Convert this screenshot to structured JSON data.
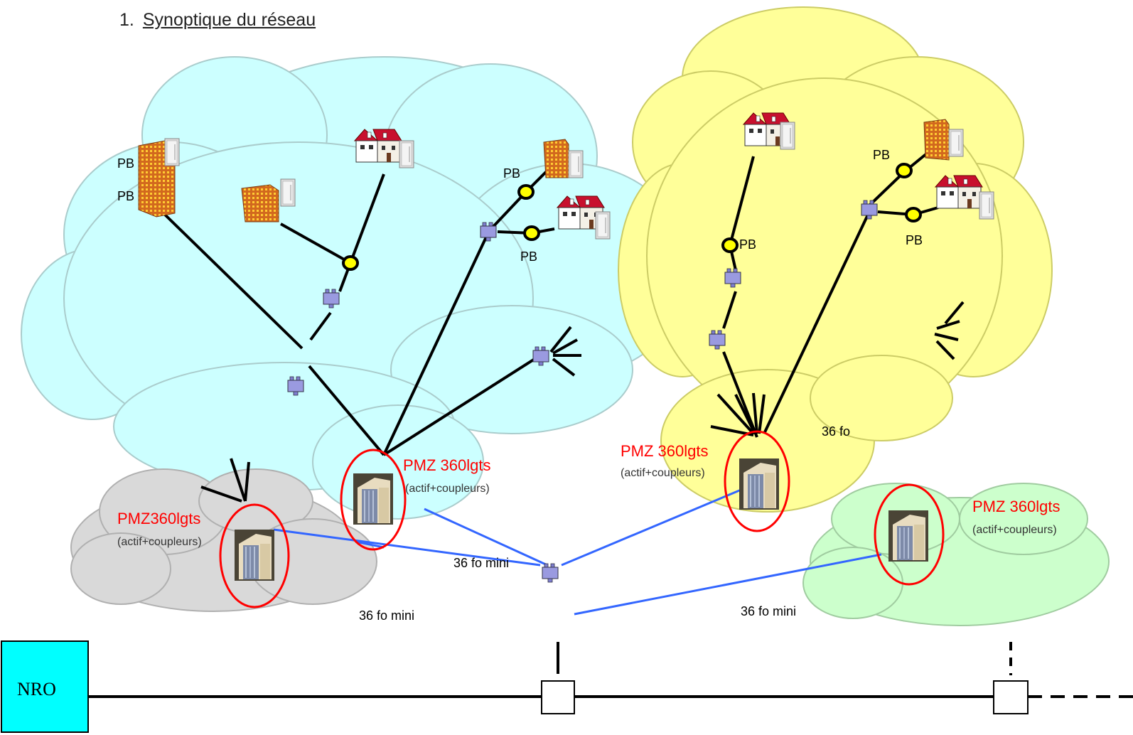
{
  "heading": {
    "number": "1.",
    "title": "Synoptique du réseau"
  },
  "labels": {
    "pb": "PB",
    "pmz_a": "PMZ 360lgts",
    "pmz_b": "PMZ360lgts",
    "sub": "(actif+coupleurs)",
    "fo36": "36 fo",
    "fo36mini": "36 fo mini",
    "nro": "NRO"
  },
  "colors": {
    "cloud_cyan": "#ccffff",
    "cloud_yellow": "#ffff99",
    "cloud_grey": "#d9d9d9",
    "cloud_green": "#ccffcc",
    "link_blue": "#3366ff",
    "pmz_red": "#ff0000",
    "nro_box": "#00ffff",
    "pb_yellow": "#ffff00"
  },
  "icons": [
    "house-icon",
    "building-icon",
    "cabinet-icon",
    "splice-box-icon",
    "pmz-cabinet-icon",
    "pb-ring-icon"
  ]
}
